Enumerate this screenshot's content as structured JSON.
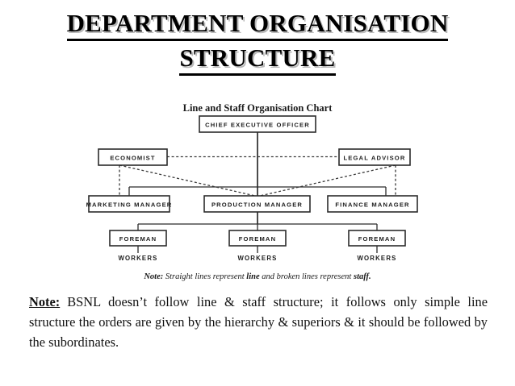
{
  "slide": {
    "title_line_1": "DEPARTMENT ORGANISATION",
    "title_line_2": "STRUCTURE"
  },
  "chart_data": {
    "type": "diagram",
    "title": "Line and Staff Organisation Chart",
    "legend_note_prefix": "Note:",
    "legend_note_part_1": " Straight lines represent ",
    "legend_note_bold_1": "line",
    "legend_note_part_2": " and broken lines represent ",
    "legend_note_bold_2": "staff.",
    "levels": [
      {
        "level": 1,
        "nodes": [
          {
            "id": "ceo",
            "label": "CHIEF EXECUTIVE OFFICER",
            "relation": "line"
          }
        ]
      },
      {
        "level": 2,
        "nodes": [
          {
            "id": "economist",
            "label": "ECONOMIST",
            "relation": "staff"
          },
          {
            "id": "legal-advisor",
            "label": "LEGAL ADVISOR",
            "relation": "staff"
          }
        ]
      },
      {
        "level": 3,
        "nodes": [
          {
            "id": "marketing-manager",
            "label": "MARKETING MANAGER",
            "relation": "line"
          },
          {
            "id": "production-manager",
            "label": "PRODUCTION MANAGER",
            "relation": "line"
          },
          {
            "id": "finance-manager",
            "label": "FINANCE MANAGER",
            "relation": "line"
          }
        ]
      },
      {
        "level": 4,
        "nodes": [
          {
            "id": "foreman-1",
            "label": "FOREMAN",
            "relation": "line"
          },
          {
            "id": "foreman-2",
            "label": "FOREMAN",
            "relation": "line"
          },
          {
            "id": "foreman-3",
            "label": "FOREMAN",
            "relation": "line"
          }
        ]
      },
      {
        "level": 5,
        "nodes": [
          {
            "id": "workers-1",
            "label": "WORKERS",
            "relation": "line"
          },
          {
            "id": "workers-2",
            "label": "WORKERS",
            "relation": "line"
          },
          {
            "id": "workers-3",
            "label": "WORKERS",
            "relation": "line"
          }
        ]
      }
    ],
    "edges": [
      {
        "from": "ceo",
        "to": "production-manager",
        "style": "solid"
      },
      {
        "from": "ceo",
        "to": "marketing-manager",
        "style": "solid"
      },
      {
        "from": "ceo",
        "to": "finance-manager",
        "style": "solid"
      },
      {
        "from": "economist",
        "to": "legal-advisor",
        "style": "dashed"
      },
      {
        "from": "economist",
        "to": "marketing-manager",
        "style": "dashed"
      },
      {
        "from": "economist",
        "to": "production-manager",
        "style": "dashed"
      },
      {
        "from": "legal-advisor",
        "to": "finance-manager",
        "style": "dashed"
      },
      {
        "from": "legal-advisor",
        "to": "production-manager",
        "style": "dashed"
      },
      {
        "from": "production-manager",
        "to": "foreman-1",
        "style": "solid"
      },
      {
        "from": "production-manager",
        "to": "foreman-2",
        "style": "solid"
      },
      {
        "from": "production-manager",
        "to": "foreman-3",
        "style": "solid"
      },
      {
        "from": "foreman-1",
        "to": "workers-1",
        "style": "solid"
      },
      {
        "from": "foreman-2",
        "to": "workers-2",
        "style": "solid"
      },
      {
        "from": "foreman-3",
        "to": "workers-3",
        "style": "solid"
      }
    ]
  },
  "bottom_note": {
    "keyword": "Note:",
    "body": "BSNL doesn’t follow line & staff structure; it follows only simple line structure the orders are given by the hierarchy & superiors & it should be followed by the subordinates."
  }
}
